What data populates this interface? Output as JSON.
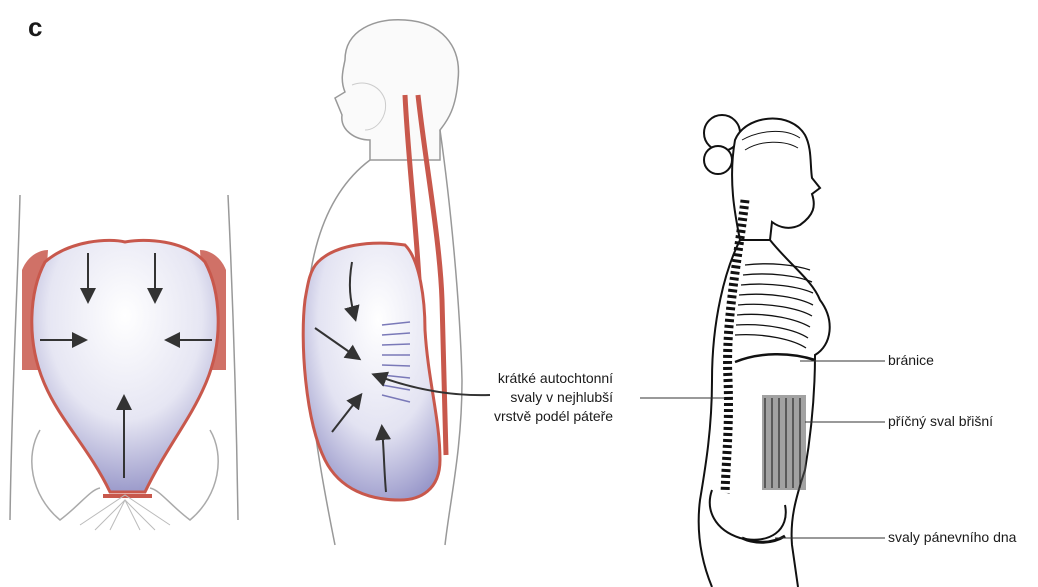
{
  "panel_label": "c",
  "labels": {
    "muscles_left": [
      "krátké autochtonní",
      "svaly v nejhlubší",
      "vrstvě podél páteře"
    ],
    "diaphragm": "bránice",
    "transverse": "příčný sval břišní",
    "pelvic_floor": "svaly pánevního dna"
  },
  "colors": {
    "muscle_red": "#c8584c",
    "cavity_blue": "#8f8ec4",
    "line": "#333333"
  }
}
